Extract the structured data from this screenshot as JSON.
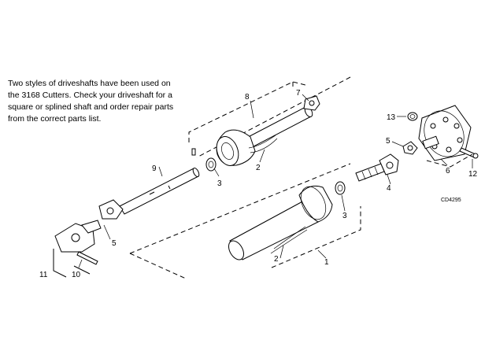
{
  "note": {
    "lines": [
      "Two styles of driveshafts have been used on",
      "the 3168 Cutters. Check your driveshaft for a",
      "square or splined shaft and order repair parts",
      "from the correct parts list."
    ]
  },
  "callouts": {
    "c1": "1",
    "c2a": "2",
    "c2b": "2",
    "c3a": "3",
    "c3b": "3",
    "c4": "4",
    "c5a": "5",
    "c5b": "5",
    "c6": "6",
    "c7": "7",
    "c8": "8",
    "c9": "9",
    "c10": "10",
    "c11": "11",
    "c12": "12",
    "c13": "13"
  },
  "figure_code": "CD4295"
}
